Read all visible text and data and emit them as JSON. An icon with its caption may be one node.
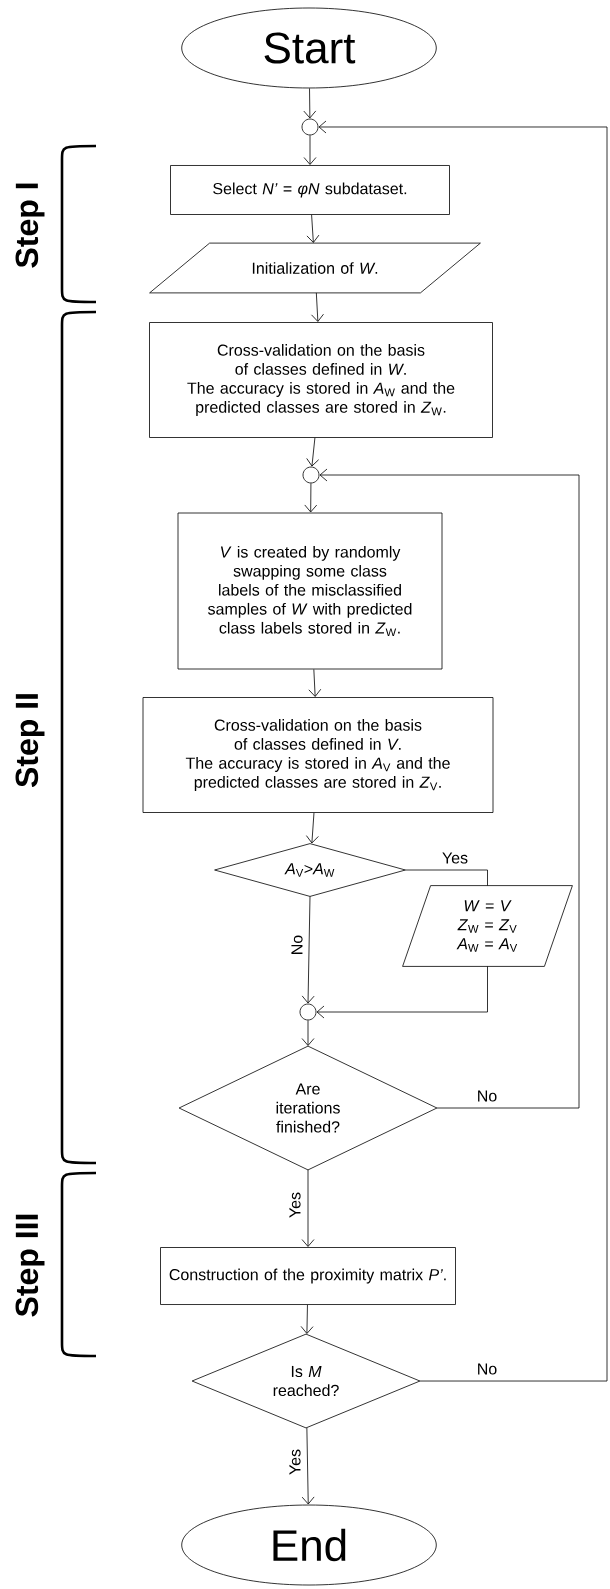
{
  "diagram": {
    "nodes": [
      {
        "text": [
          "Start"
        ]
      },
      {
        "text": [],
        "shape": "circle"
      },
      {
        "text": [
          "Select *N’* = *φN* subdataset."
        ]
      },
      {
        "text": [
          "Initialization of *W*."
        ]
      },
      {
        "text": [
          "Cross-validation on the basis of classes defined in *W*.",
          "The accuracy is stored in *A*$_{W}$ and the predicted classes are stored in *Z*$_{W}$."
        ]
      },
      {
        "text": [],
        "shape": "circle"
      },
      {
        "text": [
          "*V* is created by randomly swapping some class labels of the misclassified samples of *W* with predicted class labels stored in *Z*$_{W}$."
        ]
      },
      {
        "text": [
          "Cross-validation on the basis of classes defined in *V*.",
          "The accuracy is stored in *A*$_{V}$ and the predicted classes are stored in *Z*$_{V}$."
        ]
      },
      {
        "text": [
          "*A*$_{V}$>*A*$_{W}$"
        ]
      },
      {
        "text": [
          "*W* = *V*",
          "*Z*$_{W}$ = *Z*$_{V}$",
          "*A*$_{W}$ = *A*$_{V}$"
        ]
      },
      {
        "text": [],
        "shape": "circle"
      },
      {
        "text": [
          "Are iterations finished?"
        ]
      },
      {
        "text": [
          "Construction of the proximity matrix *P’*."
        ]
      },
      {
        "text": [
          "Is *M* reached?"
        ]
      },
      {
        "text": [
          "End"
        ]
      }
    ],
    "edges": [
      {
        "from": 0,
        "to": 1,
        "arrow": "to"
      },
      {
        "from": 1,
        "to": 2,
        "arrow": "to"
      },
      {
        "from": 2,
        "to": 3,
        "arrow": "to"
      },
      {
        "from": 3,
        "to": 4,
        "arrow": "to"
      },
      {
        "from": 4,
        "to": 5,
        "arrow": "to"
      },
      {
        "from": 5,
        "to": 6,
        "arrow": "to"
      },
      {
        "from": 6,
        "to": 7,
        "arrow": "to"
      },
      {
        "from": 7,
        "to": 8,
        "arrow": "to"
      },
      {
        "from": 8,
        "to": 9,
        "arrow": "none",
        "label": "Yes"
      },
      {
        "from": 8,
        "to": 10,
        "arrow": "to",
        "label": "No"
      },
      {
        "from": 9,
        "to": 10,
        "arrow": "to"
      },
      {
        "from": 10,
        "to": 11,
        "arrow": "to"
      },
      {
        "from": 11,
        "to": 5,
        "arrow": "to",
        "label": "No"
      },
      {
        "from": 11,
        "to": 12,
        "arrow": "to",
        "label": "Yes"
      },
      {
        "from": 12,
        "to": 13,
        "arrow": "to"
      },
      {
        "from": 13,
        "to": 1,
        "arrow": "to",
        "label": "No"
      },
      {
        "from": 13,
        "to": 14,
        "arrow": "to",
        "label": "Yes"
      }
    ],
    "labels": [
      "Step I",
      "Step II",
      "Step III"
    ]
  }
}
